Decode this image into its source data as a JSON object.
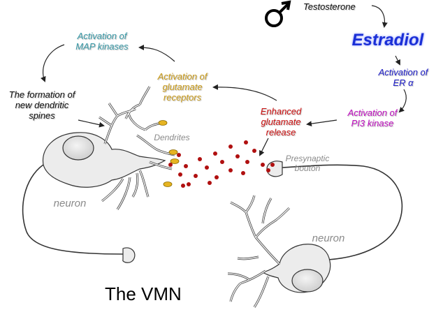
{
  "labels": {
    "testosterone": "Testosterone",
    "estradiol": "Estradiol",
    "er_alpha": "Activation of\nER α",
    "pi3_kinase": "Activation of\nPI3 kinase",
    "glutamate_release": "Enhanced\nglutamate\nrelease",
    "glutamate_receptors": "Activation of\nglutamate\nreceptors",
    "map_kinases": "Activation of\nMAP kinases",
    "dendritic_spines": "The formation of\nnew dendritic\nspines",
    "dendrites": "Dendrites",
    "presynaptic_bouton": "Presynaptic\nbouton",
    "neuron_left": "neuron",
    "neuron_right": "neuron",
    "title": "The VMN"
  },
  "colors": {
    "map_kinases": "#3a9aa8",
    "glutamate_receptors": "#c99a18",
    "glutamate_release": "#cc1111",
    "pi3_kinase": "#c010c0",
    "er_alpha": "#2020c8",
    "estradiol": "#1a2fd6",
    "vesicles": "#b01010",
    "receptor": "#e6b422"
  },
  "icons": [
    "male-symbol-icon"
  ]
}
